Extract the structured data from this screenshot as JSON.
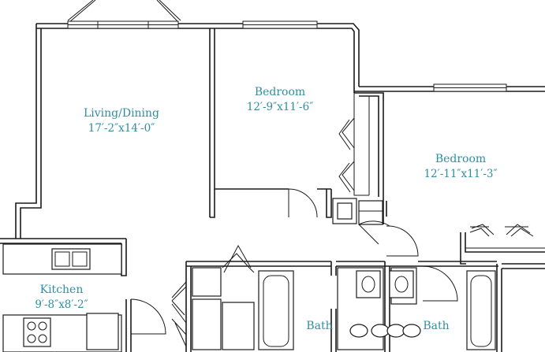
{
  "floorplan": {
    "label_color": "#2f8fa0",
    "rooms": {
      "living": {
        "name": "Living/Dining",
        "dims": "17′-2″x14′-0″"
      },
      "bedroom1": {
        "name": "Bedroom",
        "dims": "12′-9″x11′-6″"
      },
      "bedroom2": {
        "name": "Bedroom",
        "dims": "12′-11″x11′-3″"
      },
      "kitchen": {
        "name": "Kitchen",
        "dims": "9′-8″x8′-2″"
      },
      "bath1": {
        "name": "Bath"
      },
      "bath2": {
        "name": "Bath"
      }
    }
  }
}
